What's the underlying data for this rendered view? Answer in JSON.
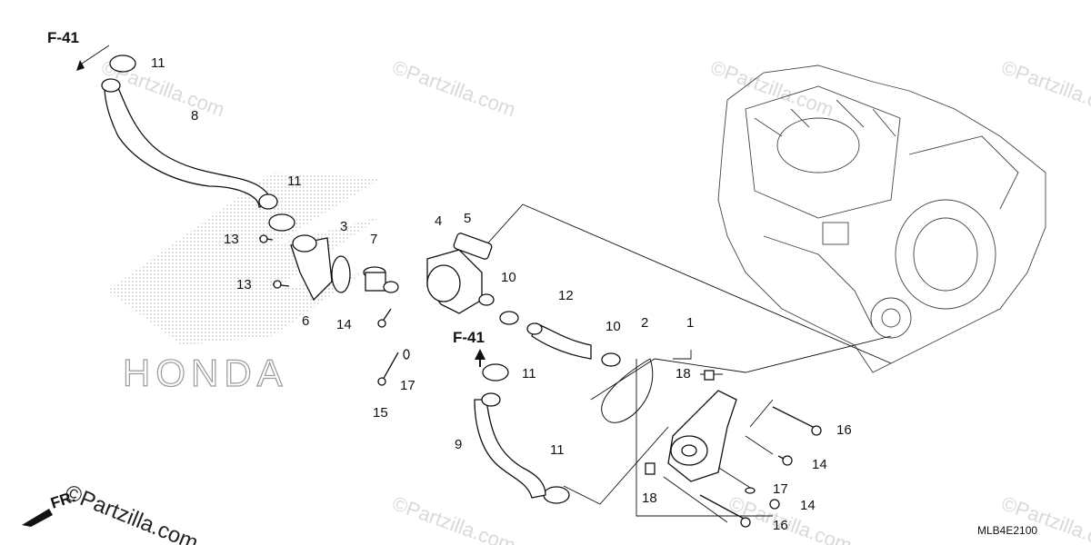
{
  "diagram": {
    "ref_labels": [
      "F-41",
      "F-41",
      "FR."
    ],
    "callouts": [
      "1",
      "2",
      "3",
      "4",
      "5",
      "6",
      "7",
      "8",
      "9",
      "10",
      "10",
      "11",
      "11",
      "11",
      "11",
      "12",
      "13",
      "13",
      "14",
      "14",
      "14",
      "15",
      "16",
      "16",
      "17",
      "17",
      "18",
      "18"
    ],
    "diagram_code": "MLB4E2100",
    "watermark_text": "©Partzilla.com",
    "brand_text": "HONDA",
    "colors": {
      "line": "#111111",
      "watermark": "#d9d9d9",
      "brand_dots": "#9a9a9a"
    }
  }
}
